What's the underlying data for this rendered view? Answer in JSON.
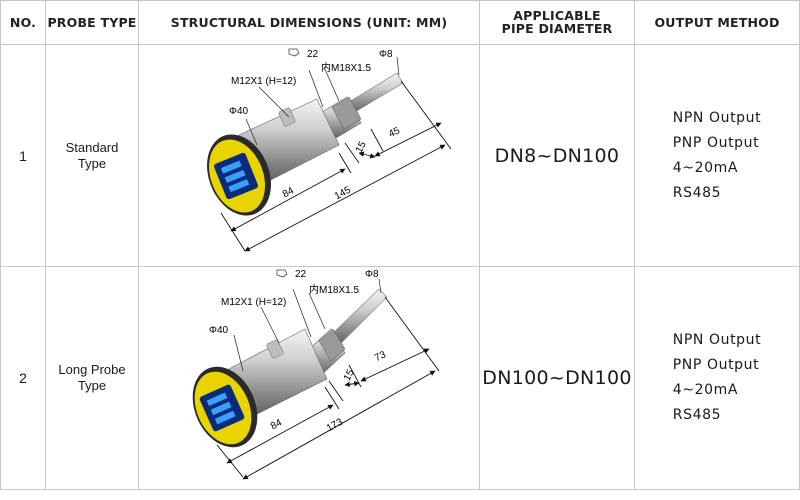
{
  "headers": {
    "no": "NO.",
    "probe_type": "PROBE TYPE",
    "dimensions": "STRUCTURAL DIMENSIONS (UNIT: MM)",
    "pipe_diameter": "APPLICABLE\nPIPE DIAMETER",
    "output_method": "OUTPUT METHOD"
  },
  "rows": [
    {
      "no": "1",
      "probe_type": "Standard\nType",
      "pipe_diameter": "DN8~DN100",
      "outputs": [
        "NPN Output",
        "PNP Output",
        "4~20mA",
        "RS485"
      ],
      "dims": {
        "wrench": "22",
        "thread_inner": "内M18X1.5",
        "phi_probe": "Φ8",
        "thread_side": "M12X1 (H=12)",
        "phi_body": "Φ40",
        "d_15": "15",
        "d_probe": "45",
        "d_body": "84",
        "d_total": "145"
      },
      "display_colors": {
        "bezel": "#e9d400",
        "screen": "#0a2a7a"
      }
    },
    {
      "no": "2",
      "probe_type": "Long Probe\nType",
      "pipe_diameter": "DN100~DN100",
      "outputs": [
        "NPN Output",
        "PNP Output",
        "4~20mA",
        "RS485"
      ],
      "dims": {
        "wrench": "22",
        "thread_inner": "内M18X1.5",
        "phi_probe": "Φ8",
        "thread_side": "M12X1 (H=12)",
        "phi_body": "Φ40",
        "d_15": "15",
        "d_probe": "73",
        "d_body": "84",
        "d_total": "173"
      },
      "display_colors": {
        "bezel": "#e9d400",
        "screen": "#0a2a7a"
      }
    }
  ],
  "colors": {
    "grid": "#c8c8c8",
    "text": "#1a1a1a",
    "dim_line": "#111111"
  }
}
